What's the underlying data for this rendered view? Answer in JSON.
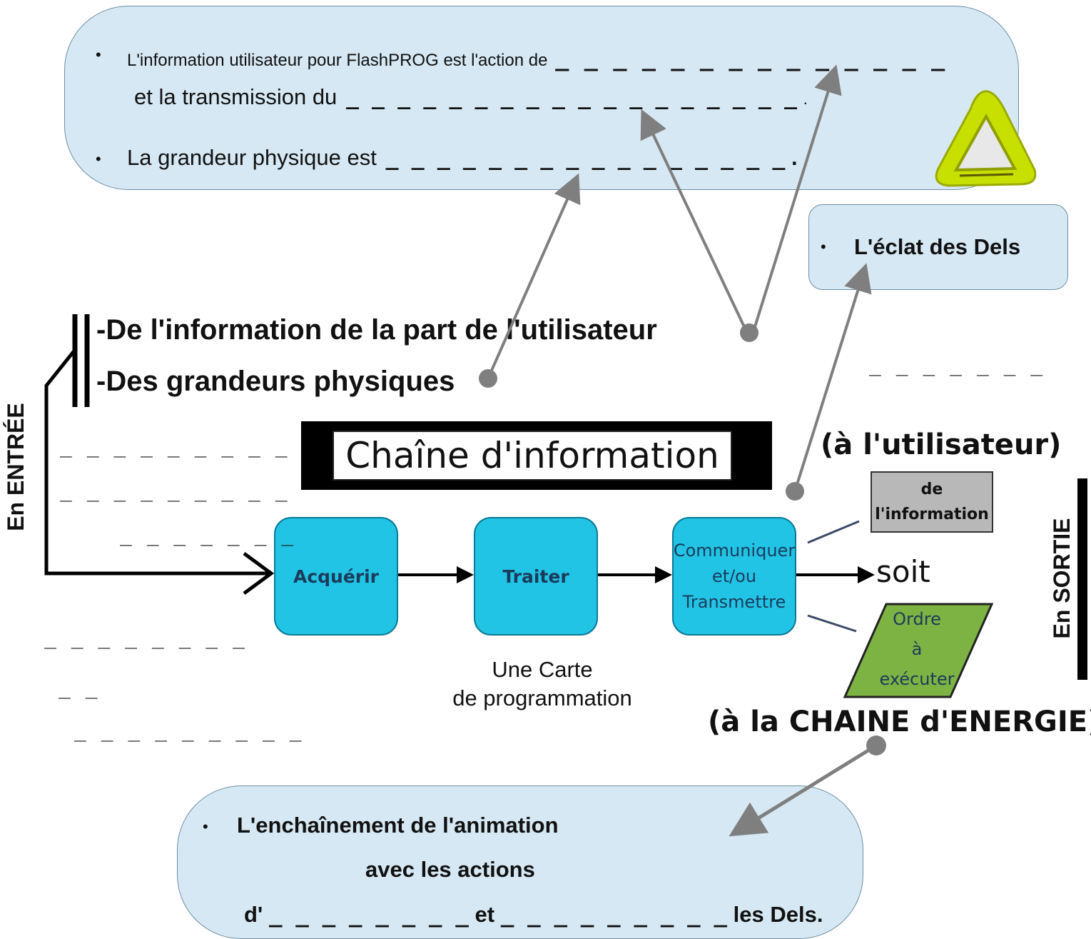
{
  "top_box": {
    "line1_text": "L'information utilisateur pour FlashPROG est l'action de",
    "line1_blank": "_ _ _ _ _ _ _ _ _ _ _ _ _ _",
    "line2_text": "et la transmission du",
    "line2_blank": "_ _ _ _ _ _ _ _ _ _ _ _ _ _ _ _ _ _",
    "line2_end": ".",
    "line3_text": "La grandeur physique est",
    "line3_blank": "_ _ _ _ _ _ _ _ _ _ _ _ _ _ _ _",
    "line3_end": "."
  },
  "right_box": {
    "text": "L'éclat des Dels"
  },
  "bottom_box": {
    "line1": "L'enchaînement de l'animation",
    "line2": "avec les actions",
    "line3_prefix": "d'",
    "line3_blank1": "_ _ _ _ _ _ _ _",
    "line3_mid": "et",
    "line3_blank2": "_ _ _ _ _ _ _ _ _",
    "line3_suffix": "les Dels."
  },
  "inputs": {
    "item1": "-De l'information de la part de l'utilisateur",
    "item2": "-Des grandeurs physiques"
  },
  "side_labels": {
    "left": "En ENTRÉE",
    "right": "En  SORTIE"
  },
  "title": "Chaîne d'information",
  "nodes": {
    "acquerir": "Acquérir",
    "traiter": "Traiter",
    "communiquer_l1": "Communiquer",
    "communiquer_l2": "et/ou",
    "communiquer_l3": "Transmettre"
  },
  "carte": {
    "line1": "Une Carte",
    "line2": "de programmation"
  },
  "outputs": {
    "user": "(à l'utilisateur)",
    "info_l1": "de",
    "info_l2": "l'information",
    "soit": "soit",
    "ordre_l1": "Ordre",
    "ordre_l2": "à",
    "ordre_l3": "exécuter",
    "energie": "(à la CHAINE d'ENERGIE)"
  },
  "blanks": {
    "right_top": "_ _ _ _ _ _ _",
    "left1": "_ _ _ _ _ _ _ _ _",
    "left2": "_ _ _ _ _ _ _ _ _",
    "left3": "_ _ _ _ _ _ _",
    "left4": "_ _ _ _ _ _ _ _",
    "left5": "_ _",
    "left6": "_ _ _ _ _ _ _ _ _"
  },
  "colors": {
    "bubble_fill": "#d6e8f3",
    "node_fill": "#22c4e6",
    "info_box": "#b8b8b8",
    "ordre_box": "#7cb342",
    "arrow_gray": "#7f7f7f",
    "logo": "#c8e000"
  },
  "icons": {
    "logo": "flashprog-triangle-logo"
  }
}
